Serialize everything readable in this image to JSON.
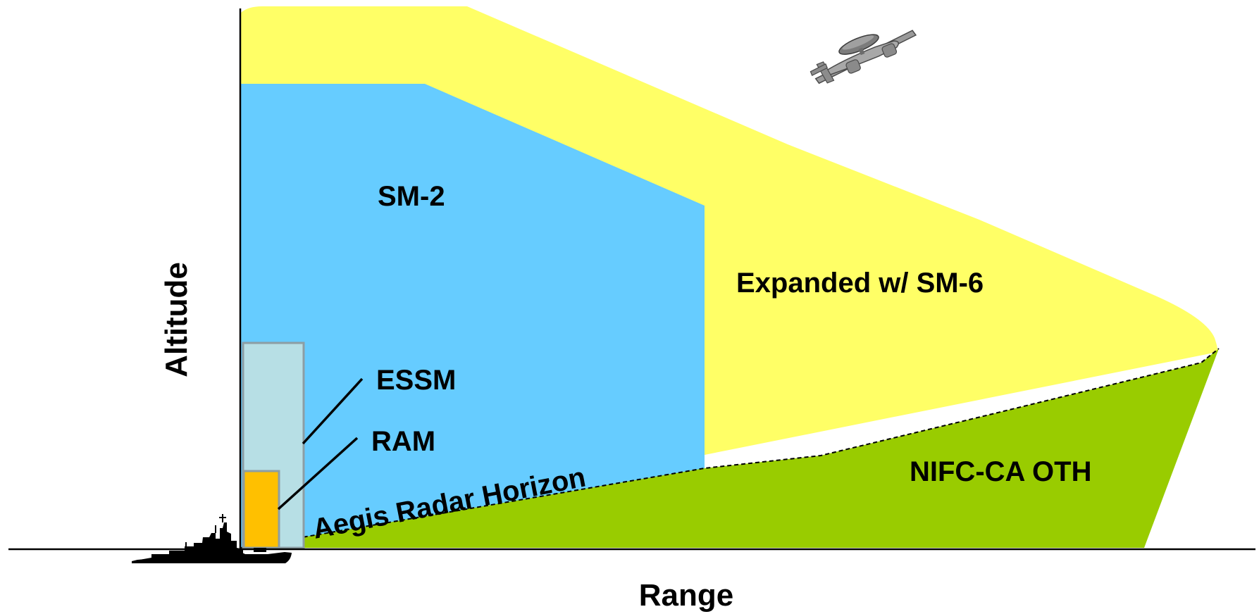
{
  "labels": {
    "sm2": "SM-2",
    "expanded": "Expanded w/ SM-6",
    "essm": "ESSM",
    "ram": "RAM",
    "nifc": "NIFC-CA OTH",
    "horizon": "Aegis Radar Horizon"
  },
  "axes": {
    "y_label": "Altitude",
    "x_label": "Range"
  },
  "colors": {
    "expanded_envelope": "#FFFF66",
    "sm2_envelope": "#66CCFF",
    "nifc_region": "#99CC00",
    "essm_envelope": "#B7DFE5",
    "ram_envelope": "#FFC000",
    "box_border": "#8C9EA4"
  },
  "icons": {
    "aircraft": "e2-hawkeye-aircraft-icon",
    "ship": "destroyer-ship-icon"
  }
}
